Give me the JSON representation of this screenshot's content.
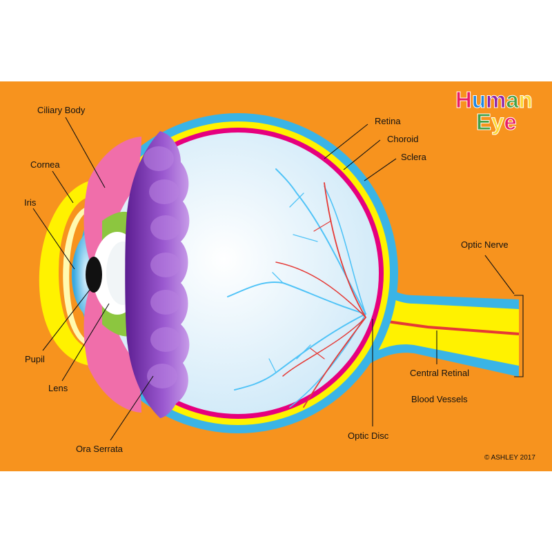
{
  "title": {
    "line1": [
      {
        "ch": "H",
        "color": "#e91e63"
      },
      {
        "ch": "u",
        "color": "#1e88e5"
      },
      {
        "ch": "m",
        "color": "#8e24aa"
      },
      {
        "ch": "a",
        "color": "#43a047"
      },
      {
        "ch": "n",
        "color": "#fdd835"
      }
    ],
    "line2": [
      {
        "ch": "E",
        "color": "#43a047"
      },
      {
        "ch": "y",
        "color": "#fdd835"
      },
      {
        "ch": "e",
        "color": "#e91e63"
      }
    ]
  },
  "labels": {
    "ciliary_body": "Ciliary Body",
    "cornea": "Cornea",
    "iris": "Iris",
    "pupil": "Pupil",
    "lens": "Lens",
    "ora_serrata": "Ora Serrata",
    "retina": "Retina",
    "choroid": "Choroid",
    "sclera": "Sclera",
    "optic_nerve": "Optic Nerve",
    "central_retinal_1": "Central Retinal",
    "central_retinal_2": "Blood Vessels",
    "optic_disc": "Optic Disc"
  },
  "copyright": "© ASHLEY 2017",
  "colors": {
    "background": "#f7931e",
    "sclera": "#3ab4e6",
    "choroid": "#fff200",
    "retina": "#e6007e",
    "vitreous": "#dff1fb",
    "ciliary_body": "#f06eaa",
    "ora_serrata": "#8a3fc0",
    "lens": "#ffffff",
    "lens_surround": "#8cc63f",
    "cornea": "#fff200",
    "iris": "#3ab4e6",
    "pupil": "#111111",
    "blood_vessel_red": "#e53935",
    "nerve_vessel_blue": "#4fc3f7"
  }
}
